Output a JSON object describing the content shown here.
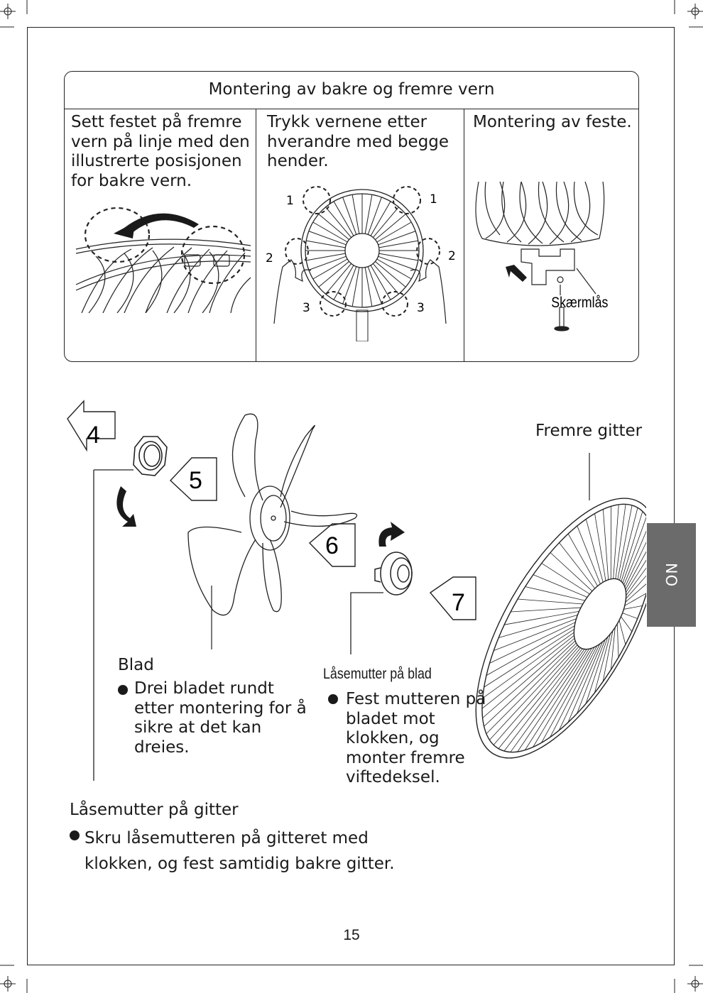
{
  "box": {
    "title": "Montering av bakre og fremre vern",
    "steps": [
      {
        "text": "Sett festet på fremre\nvern på linje med den\nillustrerte posisjonen\nfor bakre vern."
      },
      {
        "text": "Trykk vernene etter\nhverandre med begge\nhender.",
        "markers": [
          "1",
          "1",
          "2",
          "2",
          "3",
          "3"
        ]
      },
      {
        "text": "Montering av feste.",
        "part_label": "Skærmlås"
      }
    ]
  },
  "diagram": {
    "step_numbers": [
      "4",
      "5",
      "6",
      "7"
    ],
    "front_grille_label": "Fremre gitter",
    "blade": {
      "title": "Blad",
      "note": "Drei bladet rundt\netter montering for å\nsikre at det kan\ndreies."
    },
    "blade_nut": {
      "title": "Låsemutter på blad",
      "note": "Fest mutteren på\nbladet mot\nklokken, og\nmonter fremre\nviftedeksel."
    },
    "grille_nut": {
      "title": "Låsemutter på gitter",
      "note": "Skru låsemutteren på gitteret med\nklokken, og fest samtidig bakre gitter."
    }
  },
  "side_tab": "NO",
  "page_number": "15",
  "colors": {
    "tab": "#6b6b6b",
    "ink": "#1a1a1a"
  }
}
